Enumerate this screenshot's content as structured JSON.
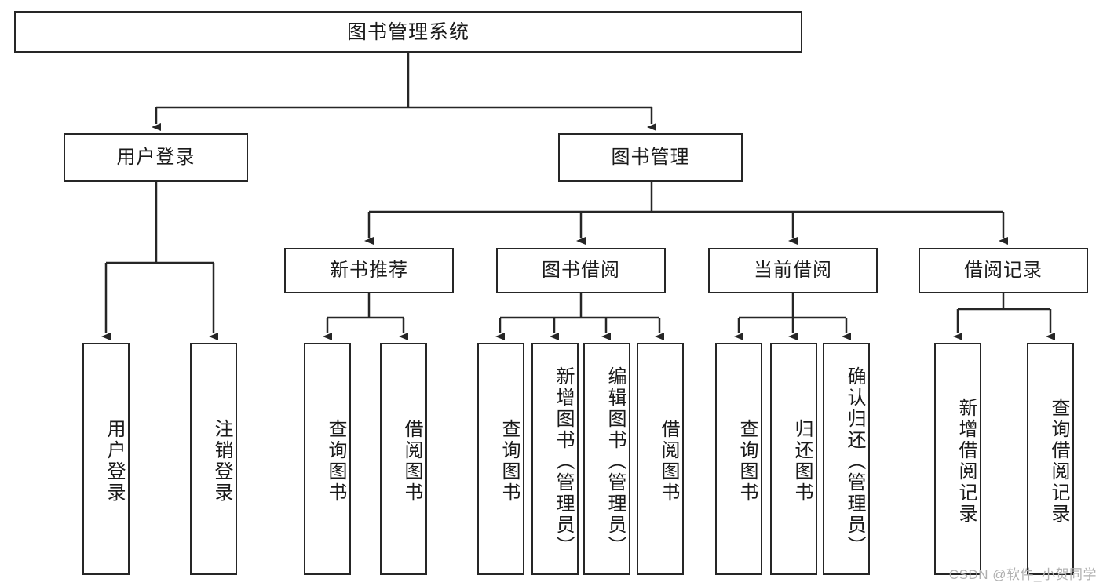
{
  "diagram": {
    "title": "图书管理系统",
    "type": "tree-hierarchy",
    "stroke_color": "#262626",
    "background_color": "#ffffff",
    "root": {
      "label": "图书管理系统"
    },
    "level2": [
      {
        "label": "用户登录"
      },
      {
        "label": "图书管理"
      }
    ],
    "level3": [
      {
        "label": "新书推荐"
      },
      {
        "label": "图书借阅"
      },
      {
        "label": "当前借阅"
      },
      {
        "label": "借阅记录"
      }
    ],
    "leaves": {
      "user_login": [
        {
          "label": "用户登录"
        },
        {
          "label": "注销登录"
        }
      ],
      "new_book_recommend": [
        {
          "label": "查询图书"
        },
        {
          "label": "借阅图书"
        }
      ],
      "book_borrow": [
        {
          "label": "查询图书"
        },
        {
          "label": "新增图书（管理员）"
        },
        {
          "label": "编辑图书（管理员）"
        },
        {
          "label": "借阅图书"
        }
      ],
      "current_borrow": [
        {
          "label": "查询图书"
        },
        {
          "label": "归还图书"
        },
        {
          "label": "确认归还（管理员）"
        }
      ],
      "borrow_record": [
        {
          "label": "新增借阅记录"
        },
        {
          "label": "查询借阅记录"
        }
      ]
    }
  },
  "watermark": {
    "text": "CSDN @软件_小贺同学"
  }
}
